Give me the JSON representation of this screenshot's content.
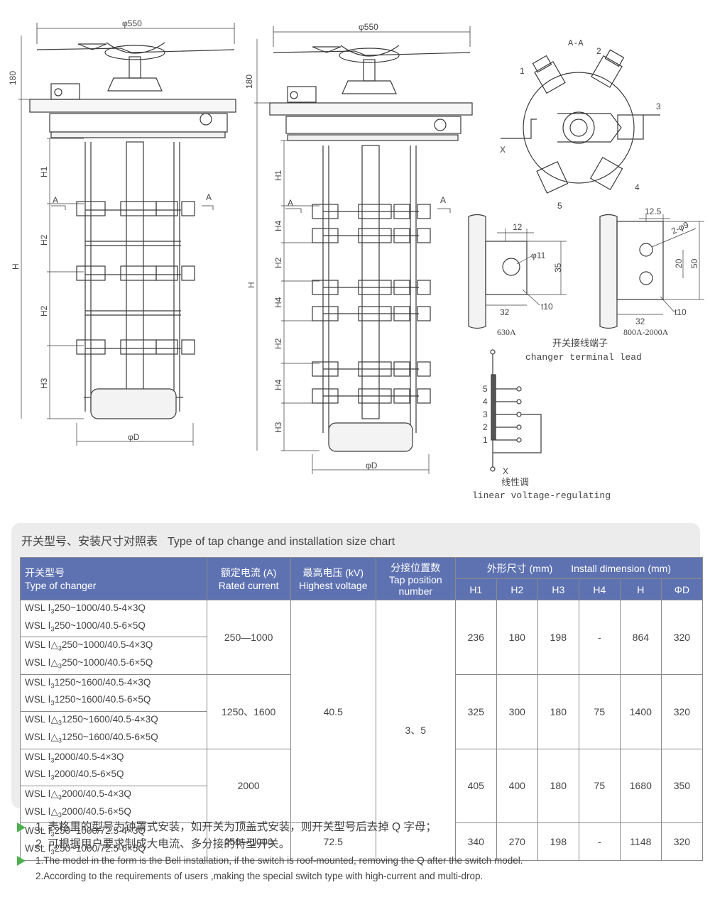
{
  "drawing": {
    "left": {
      "dia": "φ550",
      "height": "180",
      "h_labels": [
        "H1",
        "H2",
        "H2",
        "H3"
      ],
      "overall": "H",
      "section_marks": [
        "A",
        "A"
      ],
      "base_dia": "φD"
    },
    "right": {
      "dia": "φ550",
      "height": "180",
      "h_labels": [
        "H1",
        "H4",
        "H2",
        "H4",
        "H2",
        "H4",
        "H3"
      ],
      "overall": "H",
      "section_marks": [
        "A",
        "A"
      ],
      "base_dia": "φD"
    },
    "section": {
      "title": "A-A",
      "numbers": [
        "1",
        "2",
        "3",
        "4",
        "5"
      ],
      "x_mark": "X"
    },
    "terminal_630": {
      "dim_12": "12",
      "hole": "φ11",
      "dim_35": "35",
      "dim_32": "32",
      "thickness": "t10",
      "caption": "630A"
    },
    "terminal_800": {
      "dim_12_5": "12.5",
      "holes": "2-φ9",
      "dim_20": "20",
      "dim_50": "50",
      "dim_32": "32",
      "thickness": "t10",
      "caption": "800A-2000A"
    },
    "terminal_caption_zh": "开关接线端子",
    "terminal_caption_en": "changer terminal lead",
    "linear": {
      "numbers": [
        "5",
        "4",
        "3",
        "2",
        "1"
      ],
      "x_mark": "X",
      "caption_zh": "线性调",
      "caption_en": "linear voltage-regulating"
    }
  },
  "table": {
    "title_zh": "开关型号、安装尺寸对照表",
    "title_en": "Type of tap change and installation size chart",
    "headers": {
      "type_zh": "开关型号",
      "type_en": "Type of changer",
      "current_zh": "额定电流 (A)",
      "current_en": "Rated current",
      "voltage_zh": "最高电压 (kV)",
      "voltage_en": "Highest voltage",
      "tap_zh": "分接位置数",
      "tap_en": "Tap position number",
      "dims_zh": "外形尺寸 (mm)",
      "dims_en": "Install dimension (mm)",
      "h1": "H1",
      "h2": "H2",
      "h3": "H3",
      "h4": "H4",
      "h": "H",
      "d": "ΦD"
    },
    "groups": [
      {
        "rows": [
          [
            "WSL Ⅰ",
            "3",
            "250~1000/40.5-4×3Q"
          ],
          [
            "WSL Ⅰ",
            "3",
            "250~1000/40.5-6×5Q"
          ],
          [
            "WSL Ⅰ△",
            "3",
            "250~1000/40.5-4×3Q"
          ],
          [
            "WSL Ⅰ△",
            "3",
            "250~1000/40.5-6×5Q"
          ]
        ],
        "current": "250—1000",
        "h1": "236",
        "h2": "180",
        "h3": "198",
        "h4": "-",
        "h": "864",
        "d": "320"
      },
      {
        "rows": [
          [
            "WSL Ⅰ",
            "3",
            "1250~1600/40.5-4×3Q"
          ],
          [
            "WSL Ⅰ",
            "3",
            "1250~1600/40.5-6×5Q"
          ],
          [
            "WSL Ⅰ△",
            "3",
            "1250~1600/40.5-4×3Q"
          ],
          [
            "WSL Ⅰ△",
            "3",
            "1250~1600/40.5-6×5Q"
          ]
        ],
        "current": "1250、1600",
        "h1": "325",
        "h2": "300",
        "h3": "180",
        "h4": "75",
        "h": "1400",
        "d": "320"
      },
      {
        "rows": [
          [
            "WSL Ⅰ",
            "3",
            "2000/40.5-4×3Q"
          ],
          [
            "WSL Ⅰ",
            "3",
            "2000/40.5-6×5Q"
          ],
          [
            "WSL Ⅰ△",
            "3",
            "2000/40.5-4×3Q"
          ],
          [
            "WSL Ⅰ△",
            "3",
            "2000/40.5-6×5Q"
          ]
        ],
        "current": "2000",
        "h1": "405",
        "h2": "400",
        "h3": "180",
        "h4": "75",
        "h": "1680",
        "d": "350"
      },
      {
        "rows": [
          [
            "WSL Ⅰ",
            "3",
            "250~1000/72.5-4×3Q"
          ],
          [
            "WSL Ⅰ",
            "3",
            "250~1000/72.5-6×5Q"
          ]
        ],
        "current": "250—1000",
        "h1": "340",
        "h2": "270",
        "h3": "198",
        "h4": "-",
        "h": "1148",
        "d": "320"
      }
    ],
    "voltage_a": "40.5",
    "voltage_b": "72.5",
    "tap_positions": "3、5"
  },
  "notes": {
    "zh": [
      "1. 表格里的型号为钟罩式安装，如开关为顶盖式安装，则开关型号后去掉 Q 字母；",
      "2. 可根据用户要求制成大电流、多分接的特型开关。"
    ],
    "en": [
      "1.The model in the form is the Bell installation, if the switch is roof-mounted, removing the Q after the switch model.",
      "2.According to the requirements of users ,making the special switch type with high-current and multi-drop."
    ],
    "arrow_color": "#4caf50"
  }
}
